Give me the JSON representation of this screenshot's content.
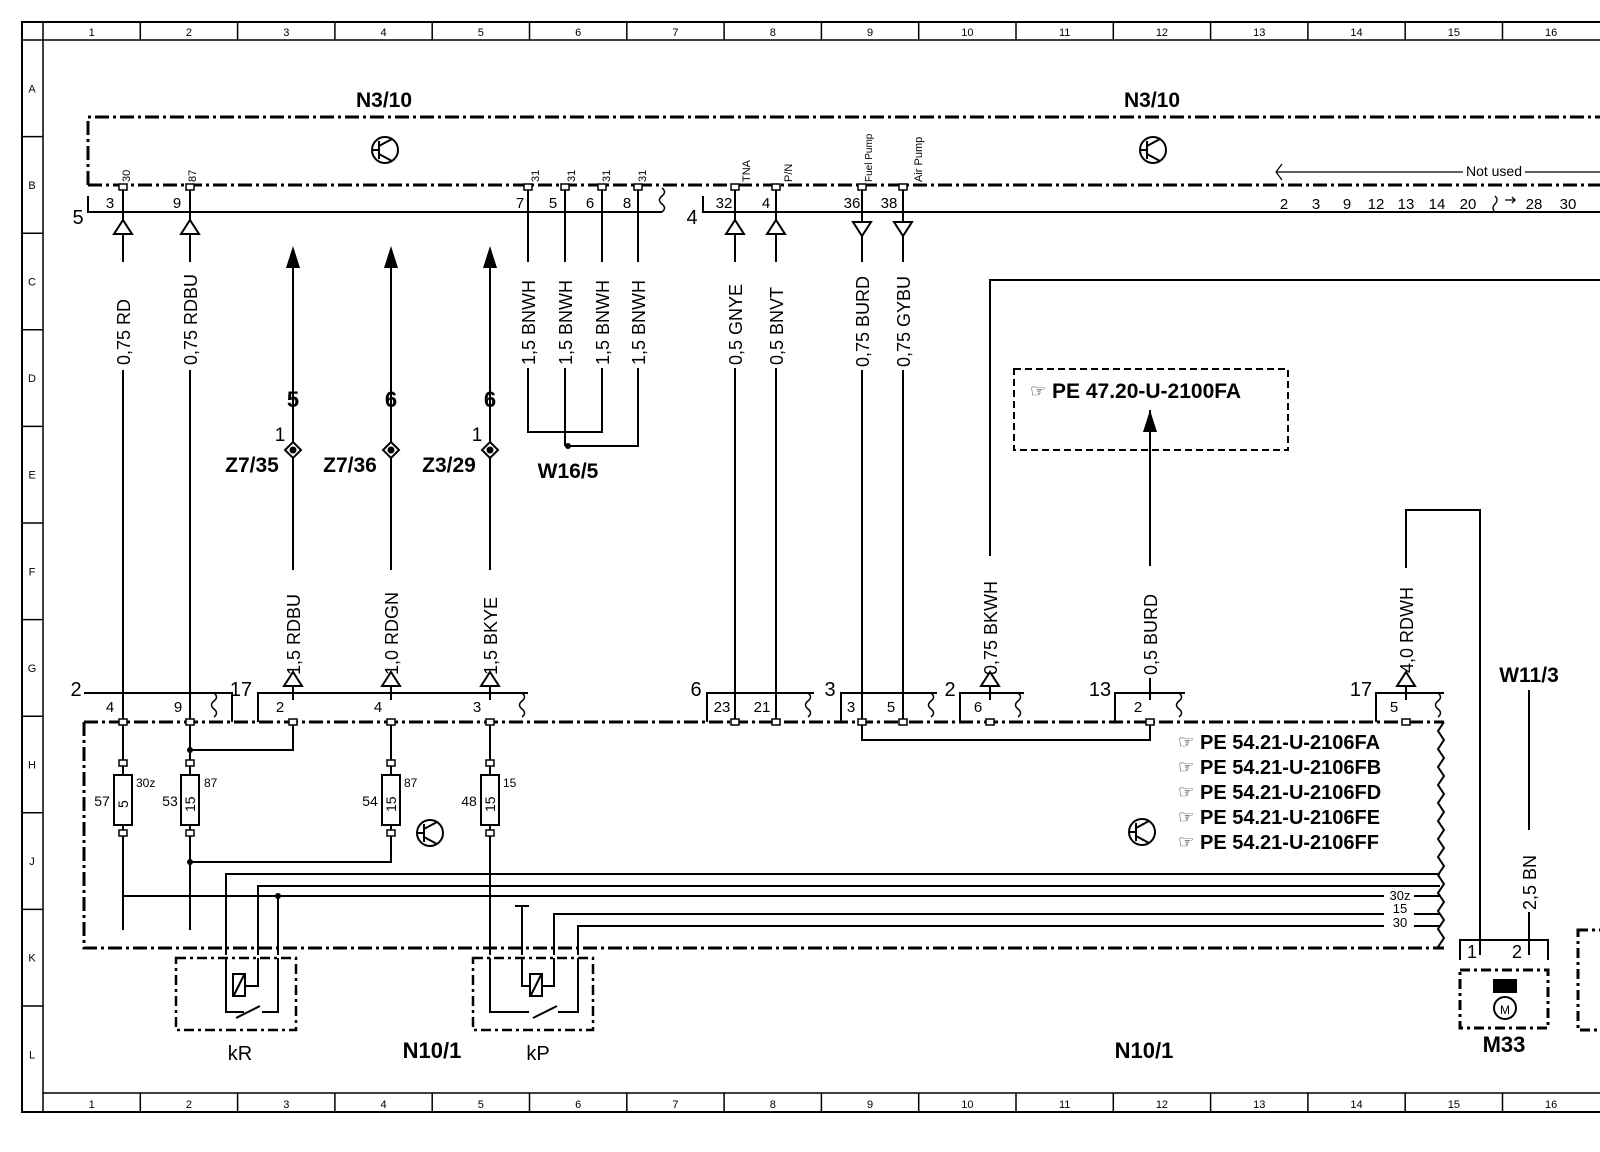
{
  "grid": {
    "columns": [
      "1",
      "2",
      "3",
      "4",
      "5",
      "6",
      "7",
      "8",
      "9",
      "10",
      "11",
      "12",
      "13",
      "14",
      "15",
      "16"
    ],
    "rows": [
      "A",
      "B",
      "C",
      "D",
      "E",
      "F",
      "G",
      "H",
      "J",
      "K",
      "L"
    ]
  },
  "components": {
    "n3_10": "N3/10",
    "n10_1": "N10/1",
    "m33": "M33",
    "w16_5": "W16/5",
    "w11_3": "W11/3",
    "z7_35": "Z7/35",
    "z7_36": "Z7/36",
    "z3_29": "Z3/29",
    "relay_kr": "kR",
    "relay_kp": "kP"
  },
  "n3_10_connector_left": {
    "connector_no": "5",
    "pins": [
      {
        "pin": "3",
        "signal": "30"
      },
      {
        "pin": "9",
        "signal": "87"
      },
      {
        "pin": "7",
        "signal": "31"
      },
      {
        "pin": "5",
        "signal": "31"
      },
      {
        "pin": "6",
        "signal": "31"
      },
      {
        "pin": "8",
        "signal": "31"
      }
    ]
  },
  "n3_10_connector_right": {
    "connector_no": "4",
    "pins": [
      {
        "pin": "32",
        "signal": "TNA"
      },
      {
        "pin": "4",
        "signal": "P/N"
      },
      {
        "pin": "36",
        "signal": "Fuel Pump"
      },
      {
        "pin": "38",
        "signal": "Air Pump"
      }
    ],
    "not_used_label": "Not used",
    "not_used_pins": [
      "2",
      "3",
      "9",
      "12",
      "13",
      "14",
      "20",
      "28",
      "30"
    ]
  },
  "wires": [
    {
      "id": "w1",
      "label": "0,75 RD"
    },
    {
      "id": "w2",
      "label": "0,75 RDBU"
    },
    {
      "id": "w3",
      "label": "1,5 BNWH"
    },
    {
      "id": "w4",
      "label": "1,5 BNWH"
    },
    {
      "id": "w5",
      "label": "1,5 BNWH"
    },
    {
      "id": "w6",
      "label": "1,5 BNWH"
    },
    {
      "id": "w7",
      "label": "0,5 GNYE"
    },
    {
      "id": "w8",
      "label": "0,5 BNVT"
    },
    {
      "id": "w9",
      "label": "0,75 BURD"
    },
    {
      "id": "w10",
      "label": "0,75 GYBU"
    },
    {
      "id": "w11",
      "label": "1,5 RDBU"
    },
    {
      "id": "w12",
      "label": "1,0 RDGN"
    },
    {
      "id": "w13",
      "label": "1,5 BKYE"
    },
    {
      "id": "w14",
      "label": "0,75 BKWH"
    },
    {
      "id": "w15",
      "label": "0,5 BURD"
    },
    {
      "id": "w16",
      "label": "4,0 RDWH"
    },
    {
      "id": "w17",
      "label": "2,5 BN"
    }
  ],
  "splice_refs": {
    "z7_35_ref": "5",
    "z7_36_ref": "6",
    "z3_29_ref": "6",
    "z7_35_pin": "1",
    "z3_29_pin": "1"
  },
  "n10_1_connectors": [
    {
      "connector_no": "2",
      "pins": [
        "4",
        "9"
      ]
    },
    {
      "connector_no": "17",
      "pins": [
        "2",
        "4",
        "3"
      ]
    },
    {
      "connector_no": "6",
      "pins": [
        "23",
        "21"
      ]
    },
    {
      "connector_no": "3",
      "pins": [
        "3",
        "5"
      ]
    },
    {
      "connector_no": "2",
      "pins": [
        "6"
      ]
    },
    {
      "connector_no": "13",
      "pins": [
        "2"
      ]
    },
    {
      "connector_no": "17",
      "pins": [
        "5"
      ]
    }
  ],
  "fuses": [
    {
      "number": "57",
      "rating": "5",
      "terminal": "30z"
    },
    {
      "number": "53",
      "rating": "15",
      "terminal": "87"
    },
    {
      "number": "54",
      "rating": "15",
      "terminal": "87"
    },
    {
      "number": "48",
      "rating": "15",
      "terminal": "15"
    }
  ],
  "bus_labels": [
    "30z",
    "15",
    "30"
  ],
  "m33_pins": [
    "1",
    "2"
  ],
  "references": {
    "top": "PE  47.20-U-2100FA",
    "list": [
      "PE  54.21-U-2106FA",
      "PE  54.21-U-2106FB",
      "PE  54.21-U-2106FD",
      "PE  54.21-U-2106FE",
      "PE  54.21-U-2106FF"
    ]
  }
}
